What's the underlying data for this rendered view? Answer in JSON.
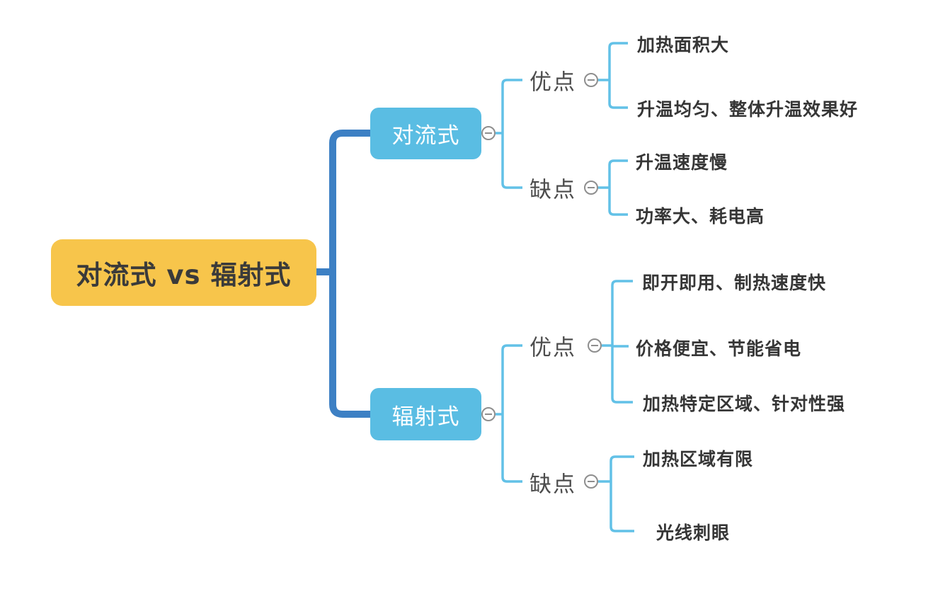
{
  "colors": {
    "root_fill": "#F7C54B",
    "root_text": "#3A3A3A",
    "branch_fill": "#5ABDE3",
    "branch_text": "#FFFFFF",
    "trunk_line": "#3D80C4",
    "connector_line": "#62C1E7",
    "collapse_icon_stroke": "#8E8E8E",
    "group_label_text": "#4D4D4D",
    "leaf_text": "#363636",
    "background": "#FFFFFF"
  },
  "mindmap": {
    "root": {
      "label": "对流式 vs 辐射式"
    },
    "branches": [
      {
        "label": "对流式",
        "groups": [
          {
            "label": "优点",
            "items": [
              "加热面积大",
              "升温均匀、整体升温效果好"
            ]
          },
          {
            "label": "缺点",
            "items": [
              "升温速度慢",
              "功率大、耗电高"
            ]
          }
        ]
      },
      {
        "label": "辐射式",
        "groups": [
          {
            "label": "优点",
            "items": [
              "即开即用、制热速度快",
              "价格便宜、节能省电",
              "加热特定区域、针对性强"
            ]
          },
          {
            "label": "缺点",
            "items": [
              "加热区域有限",
              "光线刺眼"
            ]
          }
        ]
      }
    ]
  }
}
